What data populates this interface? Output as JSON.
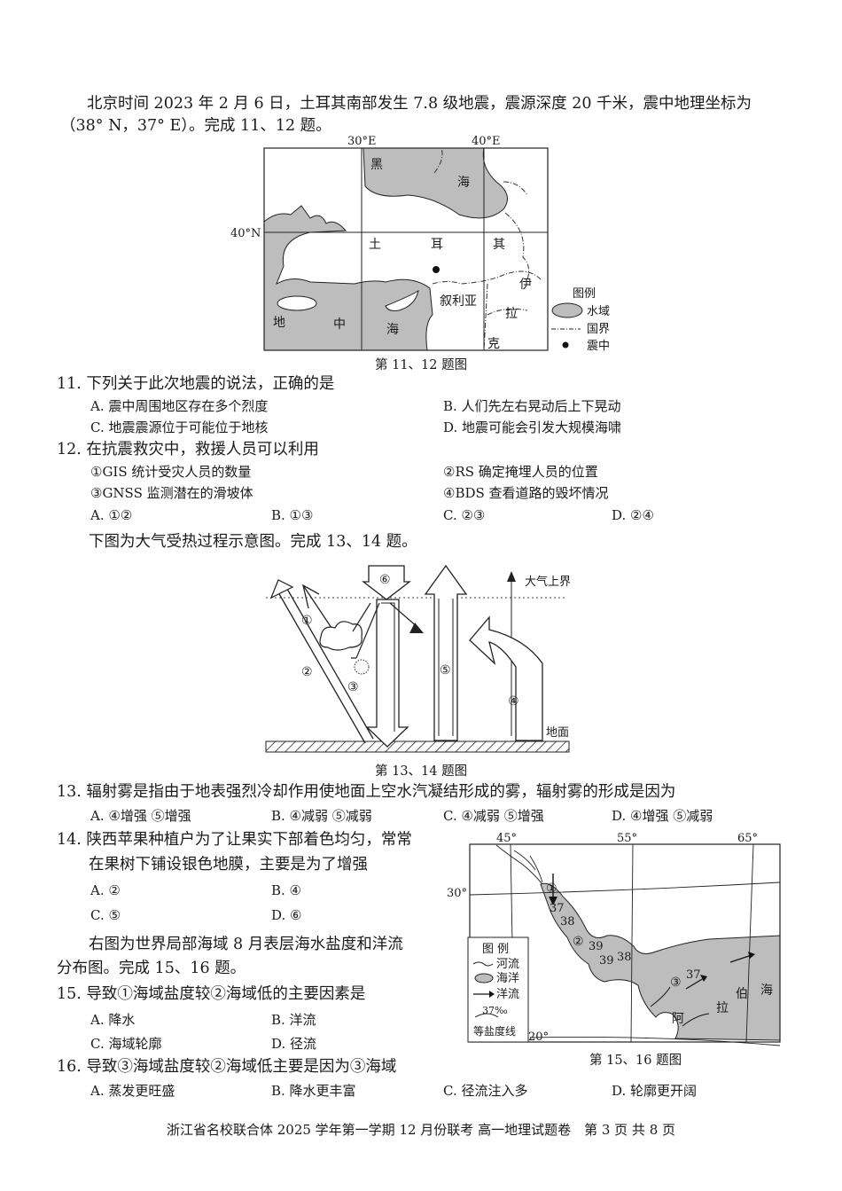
{
  "intro1": {
    "line1": "北京时间 2023 年 2 月 6 日，土耳其南部发生 7.8 级地震，震源深度 20 千米，震中地理坐标为",
    "line2": "（38° N，37° E）。完成 11、12 题。"
  },
  "map1": {
    "lon1": "30°E",
    "lon2": "40°E",
    "lat": "40°N",
    "labels": {
      "hei": "黑",
      "hai1": "海",
      "tu": "土",
      "er": "耳",
      "qi": "其",
      "yi": "伊",
      "la": "拉",
      "ke": "克",
      "xuliya": "叙利亚",
      "di": "地",
      "zhong": "中",
      "hai2": "海"
    },
    "legend": {
      "title": "图例",
      "water": "水域",
      "border": "国界",
      "epicenter": "震中"
    },
    "caption": "第 11、12 题图",
    "colors": {
      "water": "#bdbdbd"
    }
  },
  "q11": {
    "stem": "11. 下列关于此次地震的说法，正确的是",
    "A": "A. 震中周围地区存在多个烈度",
    "B": "B. 人们先左右晃动后上下晃动",
    "C": "C. 地震震源位于可能位于地核",
    "D": "D. 地震可能会引发大规模海啸"
  },
  "q12": {
    "stem": "12. 在抗震救灾中，救援人员可以利用",
    "s1": "①GIS 统计受灾人员的数量",
    "s2": "②RS 确定掩埋人员的位置",
    "s3": "③GNSS 监测潜在的滑坡体",
    "s4": "④BDS 查看道路的毁坏情况",
    "A": "A. ①②",
    "B": "B. ①③",
    "C": "C. ②③",
    "D": "D. ②④"
  },
  "intro2": "下图为大气受热过程示意图。完成 13、14 题。",
  "diagram2": {
    "top": "大气上界",
    "ground": "地面",
    "n1": "①",
    "n2": "②",
    "n3": "③",
    "n4": "④",
    "n5": "⑤",
    "n6": "⑥",
    "caption": "第 13、14 题图"
  },
  "q13": {
    "stem": "13. 辐射雾是指由于地表强烈冷却作用使地面上空水汽凝结形成的雾，辐射雾的形成是因为",
    "A": "A. ④增强 ⑤增强",
    "B": "B. ④减弱 ⑤减弱",
    "C": "C. ④减弱 ⑤增强",
    "D": "D. ④增强 ⑤减弱"
  },
  "q14": {
    "stem1": "14. 陕西苹果种植户为了让果实下部着色均匀，常常",
    "stem2": "在果树下铺设银色地膜，主要是为了增强",
    "A": "A. ②",
    "B": "B. ④",
    "C": "C. ⑤",
    "D": "D. ⑥"
  },
  "intro3": {
    "line1": "右图为世界局部海域 8 月表层海水盐度和洋流",
    "line2": "分布图。完成 15、16 题。"
  },
  "q15": {
    "stem": "15. 导致①海域盐度较②海域低的主要因素是",
    "A": "A. 降水",
    "B": "B. 洋流",
    "C": "C. 海域轮廓",
    "D": "D. 径流"
  },
  "q16": {
    "stem": "16. 导致③海域盐度较②海域低主要是因为③海域",
    "A": "A. 蒸发更旺盛",
    "B": "B. 降水更丰富",
    "C": "C. 径流注入多",
    "D": "D. 轮廓更开阔"
  },
  "map3": {
    "lon1": "45°",
    "lon2": "55°",
    "lon3": "65°",
    "lat1": "30°",
    "lat2": "20°",
    "n1": "①",
    "n2": "②",
    "n3": "③",
    "iso": [
      "37",
      "38",
      "39",
      "39",
      "38",
      "37"
    ],
    "a": "阿",
    "la": "拉",
    "bo": "伯",
    "hai": "海",
    "legend": {
      "title": "图 例",
      "river": "河流",
      "ocean": "海洋",
      "current": "洋流",
      "isoval": "37‰",
      "isoline": "等盐度线"
    },
    "caption": "第 15、16 题图"
  },
  "footer": "浙江省名校联合体 2025 学年第一学期 12 月份联考 高一地理试题卷　第 3 页 共 8 页"
}
